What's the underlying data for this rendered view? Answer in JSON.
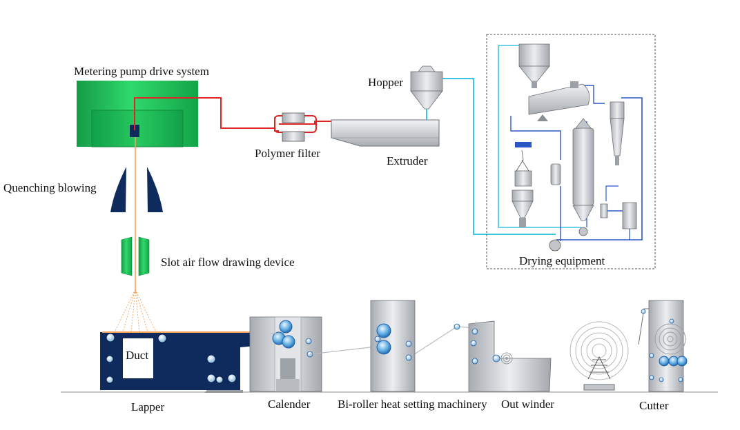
{
  "labels": {
    "metering_pump": "Metering pump drive system",
    "quenching": "Quenching blowing",
    "slot_air": "Slot air flow drawing device",
    "polymer_filter": "Polymer filter",
    "hopper": "Hopper",
    "extruder": "Extruder",
    "drying": "Drying equipment",
    "duct": "Duct",
    "lapper": "Lapper",
    "calender": "Calender",
    "bi_roller": "Bi-roller heat setting machinery",
    "out_winder": "Out winder",
    "cutter": "Cutter"
  },
  "colors": {
    "pump_green": "#22c55e",
    "pump_dark": "#15803d",
    "navy": "#0f2a5c",
    "polymer_line": "#dc2626",
    "cyan_line": "#38c6e0",
    "blue_line": "#2a56c6",
    "fiber": "#f5a35c",
    "machine_grey": "#c9ccd0"
  }
}
